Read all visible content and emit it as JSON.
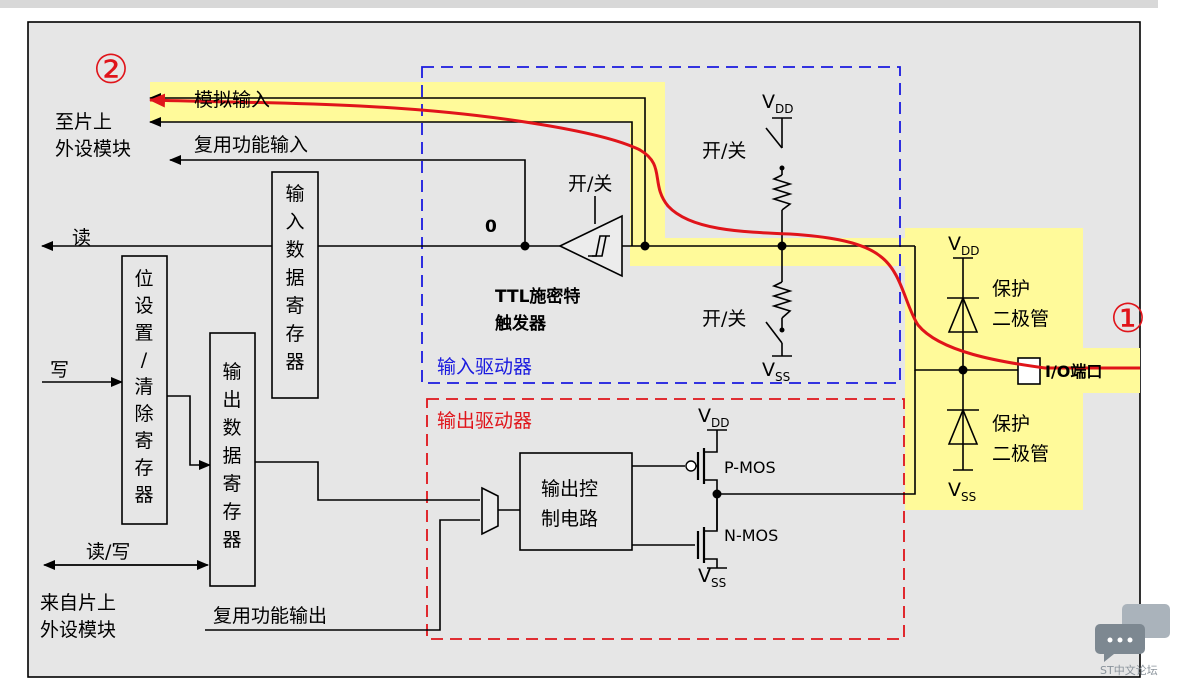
{
  "labels": {
    "marker_input": "②",
    "marker_output": "①",
    "to_peripheral": "至片上\n外设模块",
    "analog_input": "模拟输入",
    "alt_func_input": "复用功能输入",
    "read": "读",
    "write": "写",
    "read_write": "读/写",
    "from_peripheral": "来自片上\n外设模块",
    "alt_func_output": "复用功能输出",
    "input_data_register": "输入数据寄存器",
    "bit_set_reset_register": "位设置/清除寄存器",
    "output_data_register": "输出数据寄存器",
    "zero": "0",
    "on_off_trigger": "开/关",
    "ttl_schmitt": "TTL施密特\n触发器",
    "on_off_pullup": "开/关",
    "on_off_pulldown": "开/关",
    "vdd": "V",
    "vdd_sub": "DD",
    "vss": "V",
    "vss_sub": "SS",
    "input_driver": "输入驱动器",
    "output_driver": "输出驱动器",
    "output_control": "输出控\n制电路",
    "pmos": "P-MOS",
    "nmos": "N-MOS",
    "protect_diode_top": "保护\n二极管",
    "protect_diode_bottom": "保护\n二极管",
    "io_port": "I/O端口",
    "watermark": "ST中文论坛"
  },
  "colors": {
    "background_panel": "#e6e6e6",
    "highlight": "#fffa9a",
    "signal_path": "#e0141a",
    "input_driver_border": "#1a1adf",
    "output_driver_border": "#e0141a"
  }
}
